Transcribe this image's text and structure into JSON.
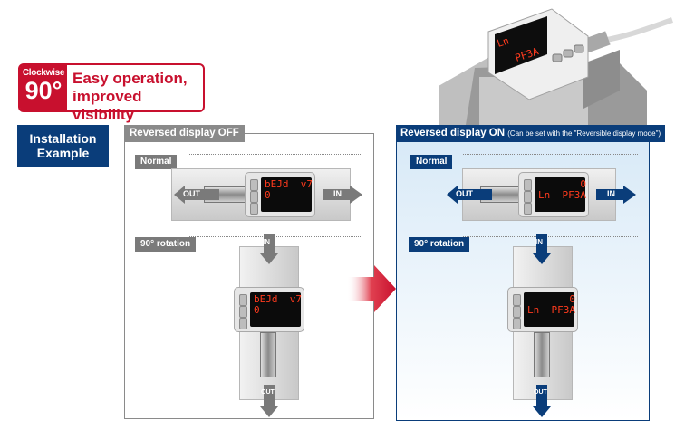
{
  "badge": {
    "small": "Clockwise",
    "big": "90°",
    "line1": "Easy operation,",
    "line2": "improved visibility"
  },
  "install": {
    "line1": "Installation",
    "line2": "Example"
  },
  "off": {
    "title": "Reversed display OFF",
    "normal": "Normal",
    "rotation": "90° rotation",
    "out": "OUT",
    "in": "IN",
    "in_v": "IN",
    "out_v": "OUT",
    "screen_top_1": "bEJd  v7",
    "screen_top_2": "0",
    "screen_rot_1": "bEJd  v7",
    "screen_rot_2": "0"
  },
  "on": {
    "title": "Reversed display ON",
    "subtitle": "(Can be set with the \"Reversible display mode\")",
    "normal": "Normal",
    "rotation": "90° rotation",
    "out": "OUT",
    "in": "IN",
    "in_v": "IN",
    "out_v": "OUT",
    "screen_top_1": "       0",
    "screen_top_2": "Ln  PF3A",
    "screen_rot_1": "       0",
    "screen_rot_2": "Ln  PF3A"
  },
  "photo": {
    "screen_1": "Ln",
    "screen_2": "PF3A"
  },
  "colors": {
    "red": "#c8102e",
    "blue": "#0a3d7a",
    "gray": "#7a7a7a"
  }
}
